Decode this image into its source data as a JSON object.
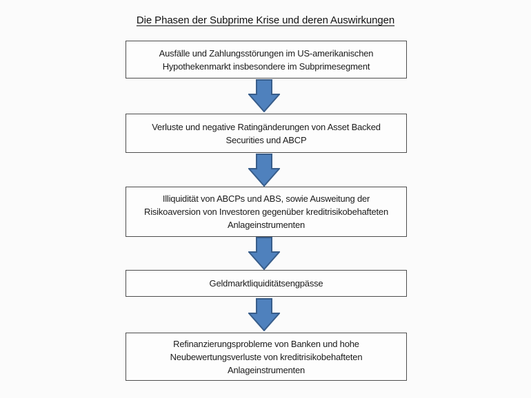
{
  "page": {
    "title": "Die Phasen der Subprime Krise und deren Auswirkungen",
    "background_color": "#fbfbfb"
  },
  "flowchart": {
    "box_border_color": "#4d4d4d",
    "arrow": {
      "direction": "down",
      "fill_color": "#4f81bd",
      "border_color": "#385d8a"
    },
    "boxes": [
      {
        "lines": [
          "Ausfälle und Zahlungsstörungen im US-amerikanischen",
          "Hypothekenmarkt insbesondere im Subprimesegment"
        ]
      },
      {
        "lines": [
          "Verluste und negative Ratingänderungen von Asset Backed",
          "Securities und ABCP"
        ]
      },
      {
        "lines": [
          "Illiquidität von ABCPs und ABS, sowie Ausweitung der",
          "Risikoaversion von Investoren gegenüber kreditrisikobehafteten",
          "Anlageinstrumenten"
        ]
      },
      {
        "lines": [
          "Geldmarktliquiditätsengpässe"
        ]
      },
      {
        "lines": [
          "Refinanzierungsprobleme von Banken und hohe",
          "Neubewertungsverluste von kreditrisikobehafteten",
          "Anlageinstrumenten"
        ]
      }
    ]
  }
}
